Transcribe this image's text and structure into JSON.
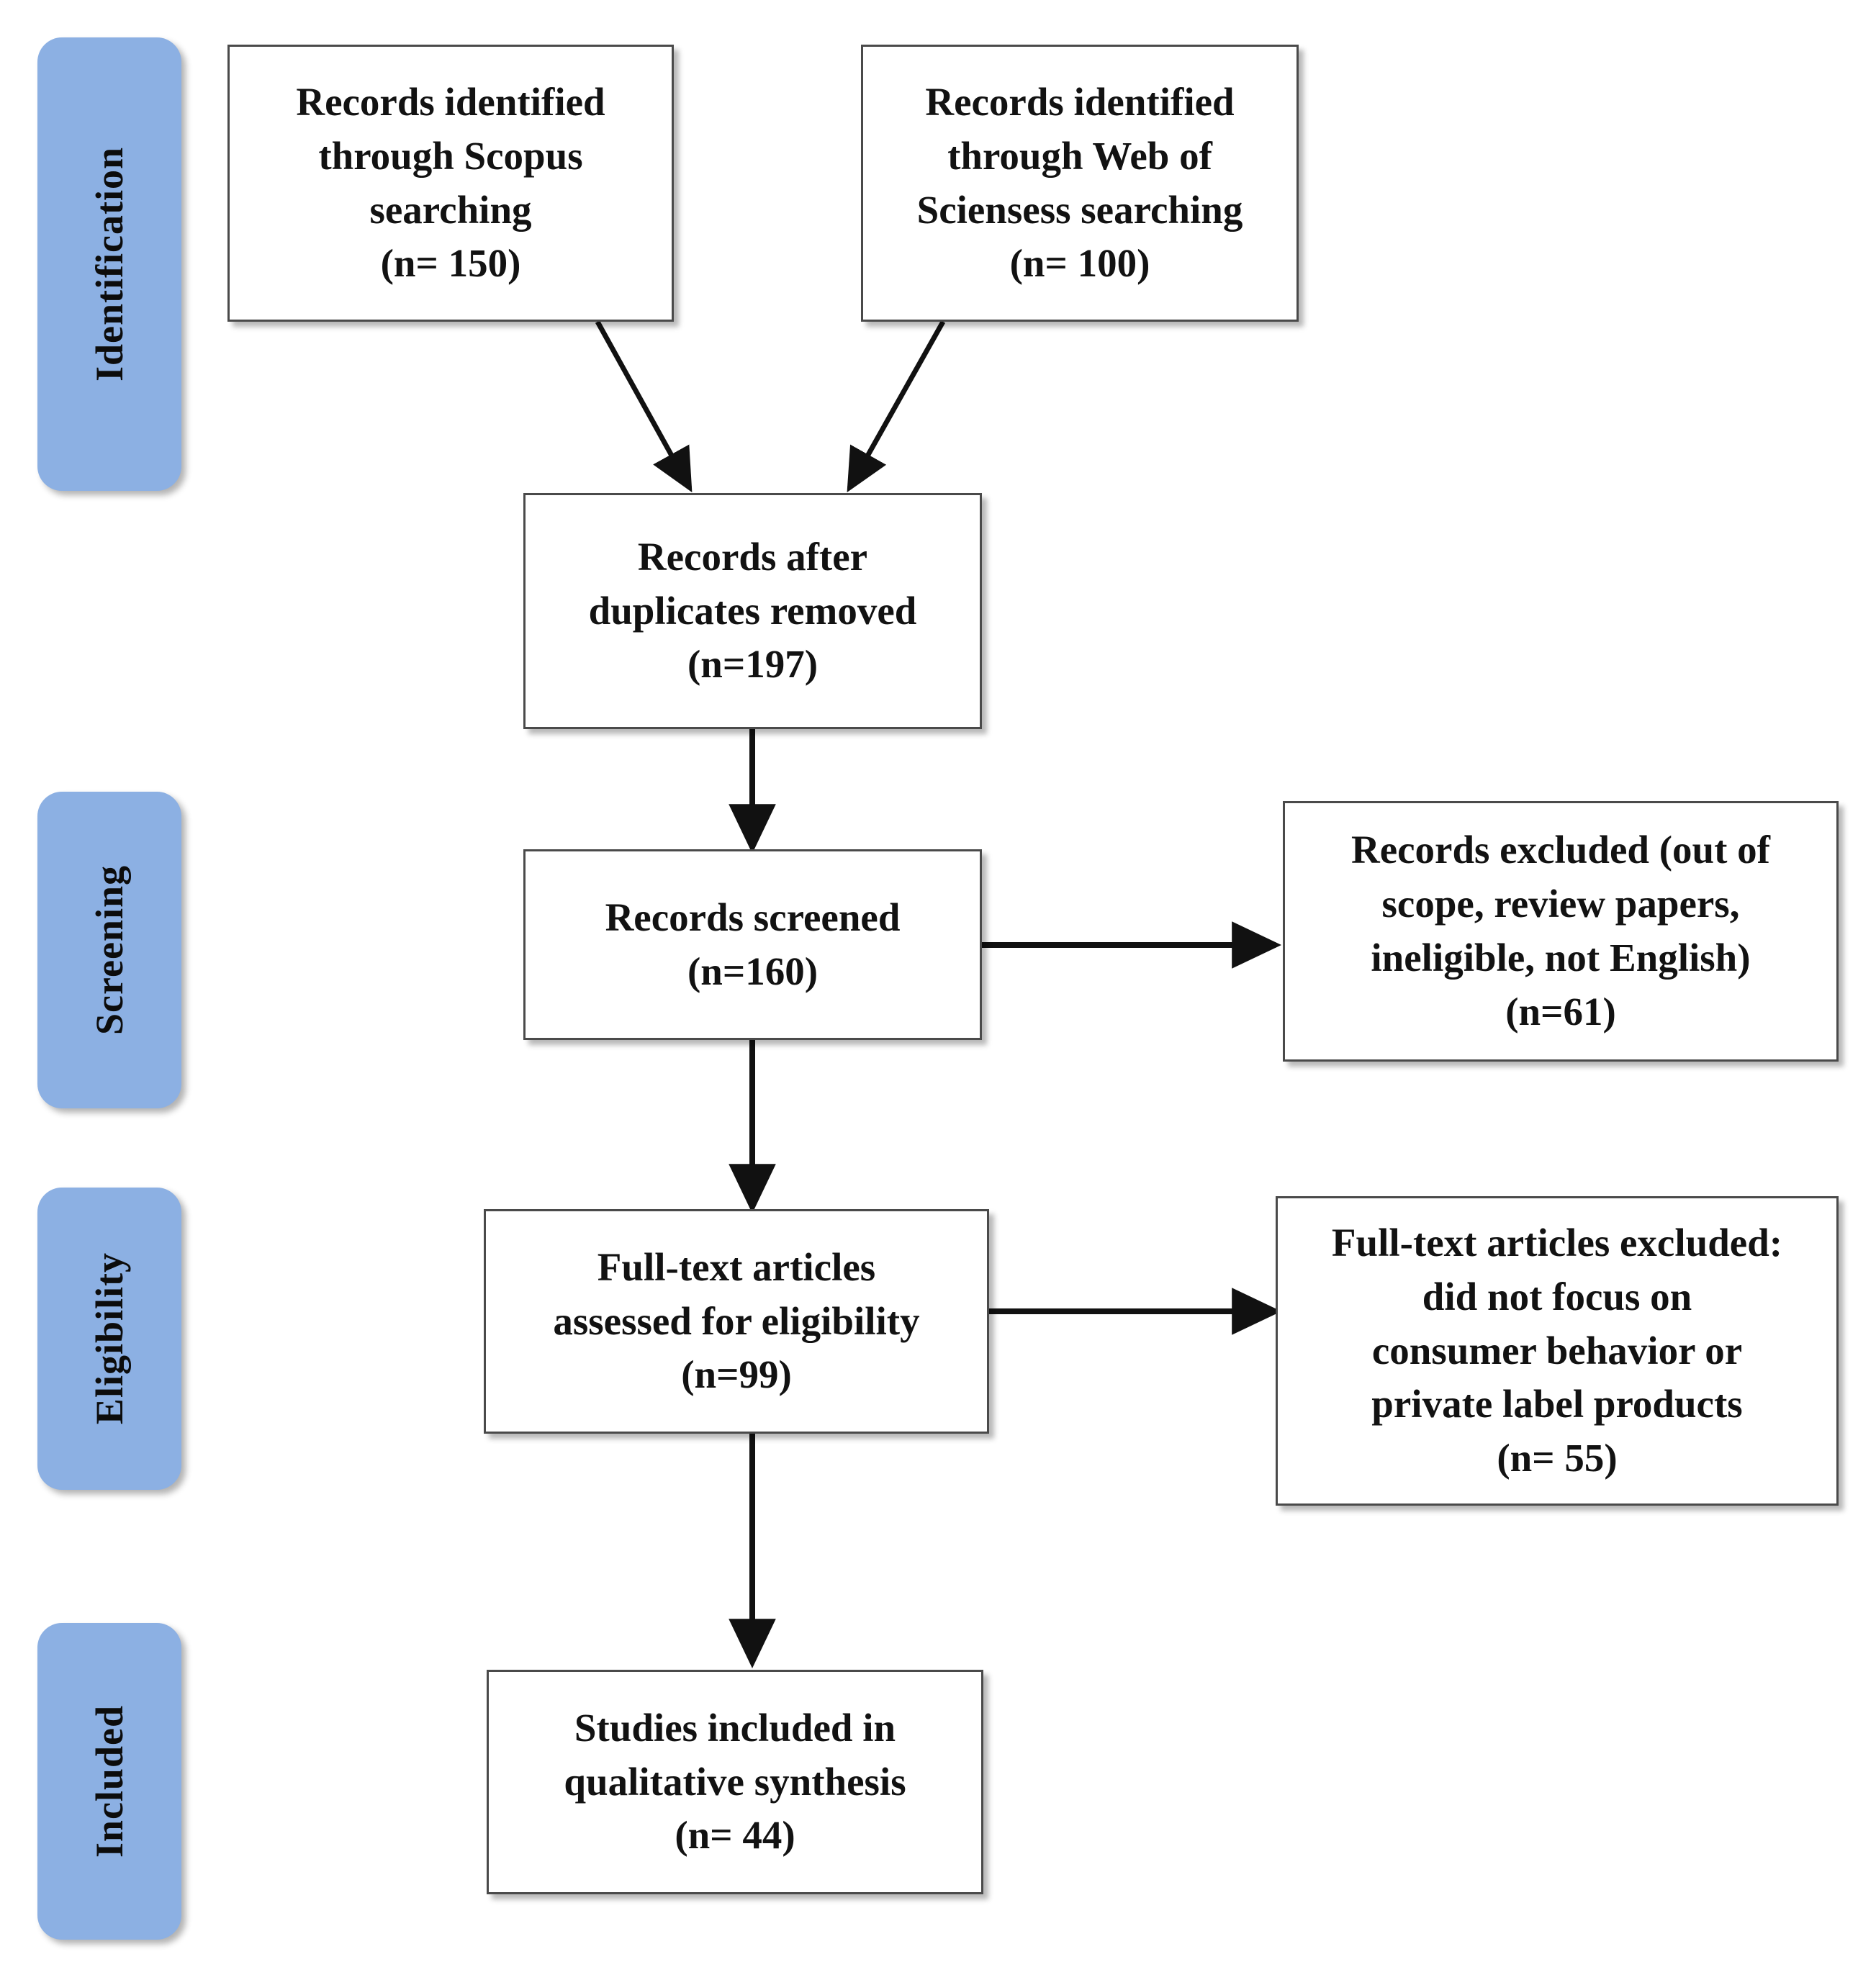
{
  "diagram": {
    "type": "prisma-flow-diagram",
    "background_color": "#ffffff",
    "box_border_color": "#4a4a4a",
    "tab_color": "#8cb0e3",
    "text_color": "#121212"
  },
  "stages": [
    {
      "key": "identification",
      "label": "Identification"
    },
    {
      "key": "screening",
      "label": "Screening"
    },
    {
      "key": "eligibility",
      "label": "Eligibility"
    },
    {
      "key": "included",
      "label": "Included"
    }
  ],
  "boxes": {
    "scopus": {
      "text": "Records identified\nthrough Scopus\nsearching\n(n= 150)",
      "count": 150
    },
    "wos": {
      "text": "Records identified\nthrough Web of\nSciensess searching\n(n= 100)",
      "count": 100
    },
    "duplicates_removed": {
      "text": "Records after\nduplicates removed\n(n=197)",
      "count": 197
    },
    "records_screened": {
      "text": "Records screened\n(n=160)",
      "count": 160
    },
    "records_excluded": {
      "text": "Records excluded (out of\nscope, review papers,\nineligible, not English)\n(n=61)",
      "count": 61
    },
    "fulltext_assessed": {
      "text": "Full-text articles\nassessed for eligibility\n(n=99)",
      "count": 99
    },
    "fulltext_excluded": {
      "text": "Full-text articles excluded:\ndid not focus on\nconsumer behavior or\nprivate label products\n(n= 55)",
      "count": 55
    },
    "studies_included": {
      "text": "Studies included in\nqualitative synthesis\n(n= 44)",
      "count": 44
    }
  },
  "connectors": [
    {
      "name": "scopus-to-duplicates",
      "kind": "diagonal-arrow"
    },
    {
      "name": "wos-to-duplicates",
      "kind": "diagonal-arrow"
    },
    {
      "name": "duplicates-to-screened",
      "kind": "vertical-arrow"
    },
    {
      "name": "screened-to-excluded",
      "kind": "horizontal-arrow"
    },
    {
      "name": "screened-to-fulltext",
      "kind": "vertical-arrow"
    },
    {
      "name": "fulltext-to-excluded",
      "kind": "horizontal-arrow"
    },
    {
      "name": "fulltext-to-included",
      "kind": "vertical-arrow"
    }
  ]
}
